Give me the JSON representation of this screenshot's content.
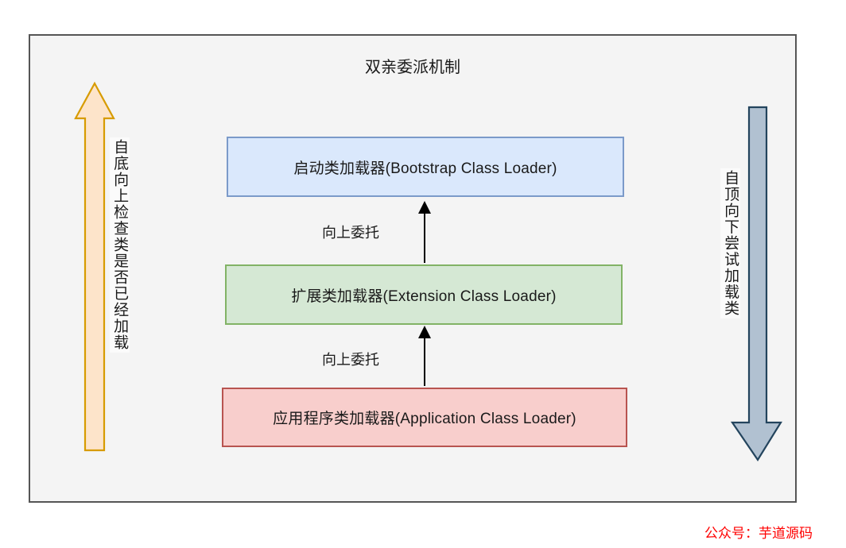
{
  "diagram": {
    "title": "双亲委派机制",
    "frame": {
      "background_color": "#f4f4f4",
      "border_color": "#555555"
    },
    "loaders": [
      {
        "id": "bootstrap",
        "label": "启动类加载器(Bootstrap Class Loader)",
        "fill_color": "#dae8fc",
        "border_color": "#7b9ac9"
      },
      {
        "id": "extension",
        "label": "扩展类加载器(Extension Class Loader)",
        "fill_color": "#d5e8d4",
        "border_color": "#82b366"
      },
      {
        "id": "application",
        "label": "应用程序类加载器(Application Class Loader)",
        "fill_color": "#f8cecc",
        "border_color": "#b85450"
      }
    ],
    "delegation_arrows": [
      {
        "id": "extension-to-bootstrap",
        "label": "向上委托",
        "direction": "up",
        "color": "#000000"
      },
      {
        "id": "application-to-extension",
        "label": "向上委托",
        "direction": "up",
        "color": "#000000"
      }
    ],
    "side_arrows": [
      {
        "id": "check-loaded-upward",
        "label": "自底向上检查类是否已经加载",
        "direction": "up",
        "fill_color": "#fde4ca",
        "border_color": "#d79b00"
      },
      {
        "id": "try-load-downward",
        "label": "自顶向下尝试加载类",
        "direction": "down",
        "fill_color": "#b1c1d1",
        "border_color": "#23445d"
      }
    ],
    "watermark": {
      "text": "公众号：芋道源码",
      "color": "#ff0000"
    }
  }
}
